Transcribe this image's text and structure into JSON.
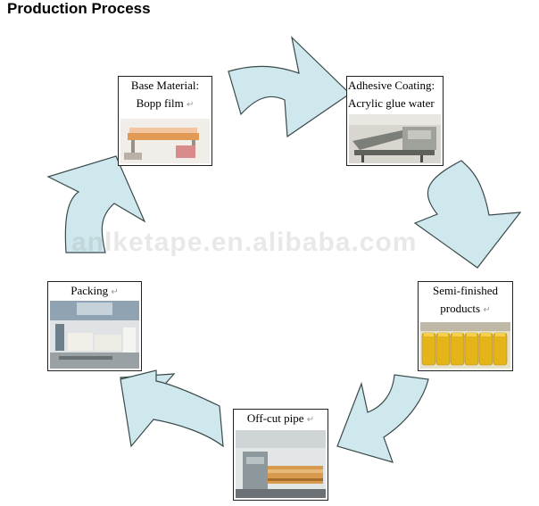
{
  "title": "Production Process",
  "watermark": "anlketape.en.alibaba.com",
  "return_mark": "↵",
  "nodes": [
    {
      "id": "base-material",
      "line1": "Base Material:",
      "line2": "Bopp film"
    },
    {
      "id": "adhesive-coating",
      "line1": "Adhesive Coating:",
      "line2": "Acrylic glue water"
    },
    {
      "id": "semi-finished",
      "line1": "Semi-finished",
      "line2": "products"
    },
    {
      "id": "off-cut-pipe",
      "line1": "Off-cut pipe",
      "line2": ""
    },
    {
      "id": "packing",
      "line1": "Packing",
      "line2": ""
    }
  ],
  "colors": {
    "arrow_fill": "#cfe8ee",
    "arrow_stroke": "#3a4a4a",
    "node_border": "#222222"
  }
}
